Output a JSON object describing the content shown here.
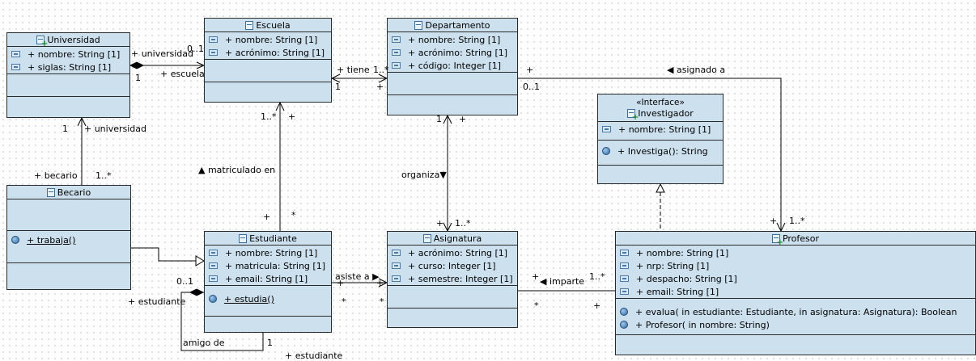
{
  "classes": {
    "universidad": {
      "name": "Universidad",
      "attributes": [
        "+ nombre: String [1]",
        "+ siglas: String [1]"
      ]
    },
    "escuela": {
      "name": "Escuela",
      "attributes": [
        "+ nombre: String [1]",
        "+ acrónimo: String [1]"
      ]
    },
    "departamento": {
      "name": "Departamento",
      "attributes": [
        "+ nombre: String [1]",
        "+ acrónimo: String [1]",
        "+ código: Integer [1]"
      ]
    },
    "investigador": {
      "stereotype": "«Interface»",
      "name": "Investigador",
      "attributes": [
        "+ nombre: String [1]"
      ],
      "operations": [
        "+ Investiga(): String"
      ]
    },
    "becario": {
      "name": "Becario",
      "operations": [
        "+ trabaja()"
      ]
    },
    "estudiante": {
      "name": "Estudiante",
      "attributes": [
        "+ nombre: String [1]",
        "+ matricula: String [1]",
        "+ email: String [1]"
      ],
      "operations": [
        "+ estudia()"
      ]
    },
    "asignatura": {
      "name": "Asignatura",
      "attributes": [
        "+ acrónimo: String [1]",
        "+ curso: Integer [1]",
        "+ semestre: Integer [1]"
      ]
    },
    "profesor": {
      "name": "Profesor",
      "attributes": [
        "+ nombre: String [1]",
        "+ nrp: String [1]",
        "+ despacho: String [1]",
        "+ email: String [1]"
      ],
      "operations": [
        "+ evalua(  in estudiante: Estudiante,   in asignatura: Asignatura): Boolean",
        "+ Profesor(  in nombre: String)"
      ]
    }
  },
  "labels": {
    "univ_esc_univ_role": "+ universidad",
    "univ_esc_univ_mult_a": "0..1",
    "univ_esc_esc_mult": "1",
    "univ_esc_esc_role": "+ escuela",
    "esc_dep_name": "+ tiene",
    "esc_dep_mult_a": "1..*",
    "esc_dep_mult_b": "1",
    "esc_dep_plus": "+",
    "dep_prof_plus": "+",
    "dep_prof_name": "◀ asignado a",
    "dep_prof_mult": "0..1",
    "prof_top_plus": "+",
    "prof_top_mult": "1..*",
    "univ_bec_mult": "1",
    "univ_bec_role": "+ universidad",
    "univ_bec_role2": "+ becario",
    "univ_bec_mult2": "1..*",
    "esc_est_mult": "1..*",
    "esc_est_plus": "+",
    "esc_est_name": "▲ matriculado en",
    "esc_est_plus2": "+",
    "esc_est_star": "*",
    "dep_asig_mult": "1",
    "dep_asig_plus": "+",
    "dep_asig_name": "organiza▼",
    "dep_asig_plus2": "+",
    "dep_asig_mult2": "1..*",
    "est_self_mult": "0..1",
    "est_self_role": "+ estudiante",
    "est_self_name": "amigo de",
    "est_self_mult2": "1",
    "est_self_role2": "+ estudiante",
    "est_asig_name": "asiste a ▶",
    "est_asig_plus": "+",
    "est_asig_plus2": "+",
    "est_asig_star": "*",
    "est_asig_star2": "*",
    "asig_prof_plus": "+",
    "asig_prof_name": "◀ imparte",
    "asig_prof_mult": "1..*",
    "asig_prof_star": "*",
    "asig_prof_plus2": "+"
  }
}
